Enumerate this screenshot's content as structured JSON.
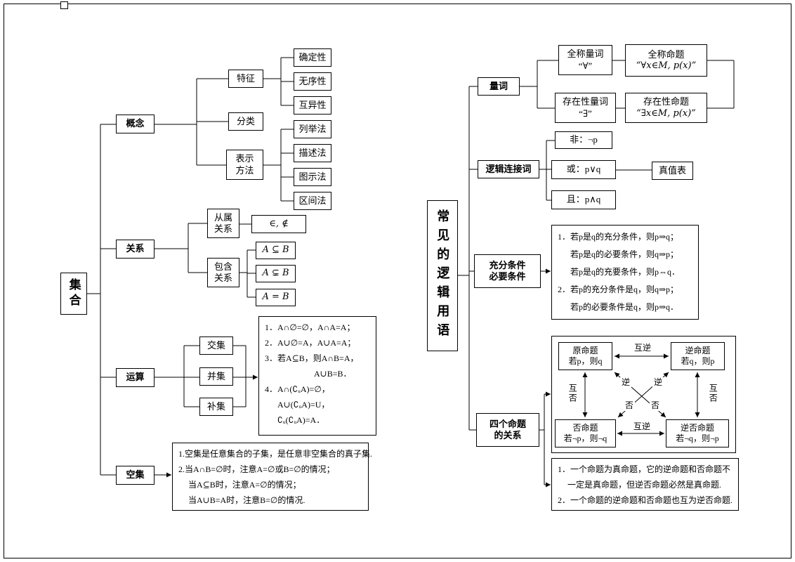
{
  "left": {
    "root": "集合",
    "branches": {
      "gainian": "概念",
      "guanxi": "关系",
      "yunsuan": "运算",
      "kongji": "空集"
    },
    "concept": {
      "tezheng": "特征",
      "quedingxing": "确定性",
      "wuxuxing": "无序性",
      "huyixing": "互异性",
      "fenlei": "分类",
      "biaoshi_l1": "表示",
      "biaoshi_l2": "方法",
      "liejufa": "列举法",
      "miaoshufa": "描述法",
      "tushifa": "图示法",
      "qujianfa": "区间法"
    },
    "relation": {
      "congshu_l1": "从属",
      "congshu_l2": "关系",
      "membership": "∈, ∉",
      "baohan_l1": "包含",
      "baohan_l2": "关系",
      "subset": "A ⊆ B",
      "proper_subset": "A ⊊ B",
      "equal": "A = B"
    },
    "operation": {
      "jiaoji": "交集",
      "bingji": "并集",
      "buji": "补集",
      "laws": [
        "1．A∩∅=∅，A∩A=A；",
        "2．A∪∅=A，A∪A=A；",
        "3．若A⊆B，则A∩B=A，",
        "A∪B=B．",
        "4．A∩(∁ᵤA)=∅，",
        "A∪(∁ᵤA)=U，",
        "∁ᵤ(∁ᵤA)=A．"
      ]
    },
    "empty_set": {
      "notes": [
        "1.空集是任意集合的子集，是任意非空集合的真子集.",
        "2.当A∩B=∅时，注意A=∅或B=∅的情况；",
        "当A⊆B时，注意A=∅的情况；",
        "当A∪B=A时，注意B=∅的情况."
      ]
    }
  },
  "right": {
    "root": "常见的逻辑用语",
    "branches": {
      "liangci": "量词",
      "luoji": "逻辑连接词",
      "chongfen_l1": "充分条件",
      "chongfen_l2": "必要条件",
      "siming_l1": "四个命题",
      "siming_l2": "的关系"
    },
    "quantifier": {
      "universal_l1": "全称量词",
      "universal_l2": "“∀”",
      "universal_prop_l1": "全称命题",
      "universal_prop_l2": "“∀x∈M, p(x)”",
      "existential_l1": "存在性量词",
      "existential_l2": "“∃”",
      "existential_prop_l1": "存在性命题",
      "existential_prop_l2": "“∃x∈M, p(x)”"
    },
    "connectives": {
      "not": "非：¬p",
      "or": "或：p∨q",
      "and": "且：p∧q",
      "truth_table": "真值表"
    },
    "conditions": {
      "lines": [
        "1．若p是q的充分条件，则p⇒q；",
        "若p是q的必要条件，则q⇒p；",
        "若p是q的充要条件，则p⇔q．",
        "2．若p的充分条件是q，则q⇒p；",
        "若p的必要条件是q，则p⇒q．"
      ]
    },
    "four_propositions": {
      "original_l1": "原命题",
      "original_l2": "若p，则q",
      "converse_l1": "逆命题",
      "converse_l2": "若q，则p",
      "negation_l1": "否命题",
      "negation_l2": "若¬p，则¬q",
      "contrapositive_l1": "逆否命题",
      "contrapositive_l2": "若¬q，则¬p",
      "hu_ni": "互逆",
      "hu_fou": "互否",
      "ni": "逆",
      "fou": "否",
      "notes": [
        "1．一个命题为真命题，它的逆命题和否命题不",
        "一定是真命题，但逆否命题必然是真命题.",
        "2．一个命题的逆命题和否命题也互为逆否命题."
      ]
    }
  }
}
